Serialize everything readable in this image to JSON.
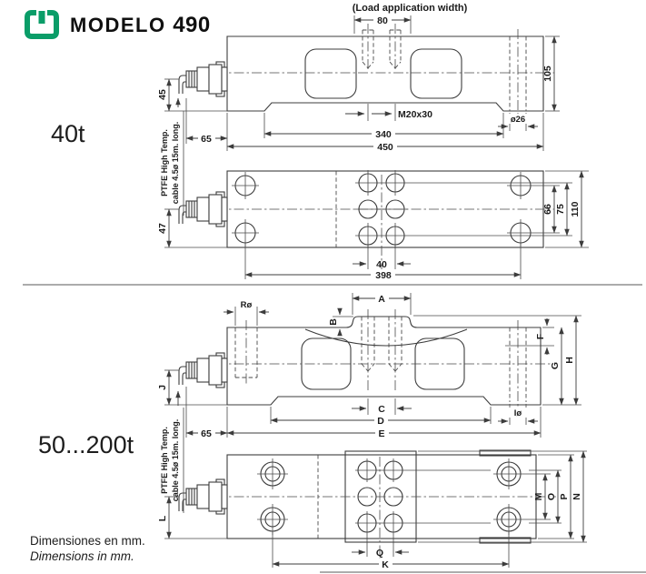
{
  "header": {
    "brand_logo": "utilcell-logo",
    "model_label": "MODELO",
    "model_number": "490"
  },
  "capacity_labels": {
    "top": "40t",
    "bottom": "50...200t"
  },
  "cable_note": {
    "line1": "PTFE High Temp.",
    "line2": "cable 4.5ø 15m. long."
  },
  "footer": {
    "line_es": "Dimensiones en mm.",
    "line_en": "Dimensions in mm."
  },
  "colors": {
    "logo_green": "#0a9d68",
    "line_dark": "#3c3c3c"
  },
  "drawing_40t_side": {
    "load_note": "(Load application width)",
    "load_width": "80",
    "cable_height": "45",
    "cable_offset": "65",
    "thread": "M20x30",
    "base_length": "340",
    "total_length": "450",
    "height": "105",
    "hole_dia": "ø26"
  },
  "drawing_40t_top": {
    "cable_height": "47",
    "bolt_spacing": "40",
    "hole_span": "398",
    "span_inner": "66",
    "span_mid": "75",
    "width": "110"
  },
  "drawing_50_200t_side": {
    "dim_a": "A",
    "dim_b": "B",
    "dim_r": "Rø",
    "dim_f": "F",
    "dim_g": "G",
    "dim_h": "H",
    "dim_j": "J",
    "cable_offset": "65",
    "dim_c": "C",
    "dim_d": "D",
    "dim_e": "E",
    "dim_i": "Iø"
  },
  "drawing_50_200t_top": {
    "dim_l": "L",
    "dim_q": "Q",
    "dim_k": "K",
    "dim_m": "M",
    "dim_o": "O",
    "dim_p": "P",
    "dim_n": "N"
  }
}
